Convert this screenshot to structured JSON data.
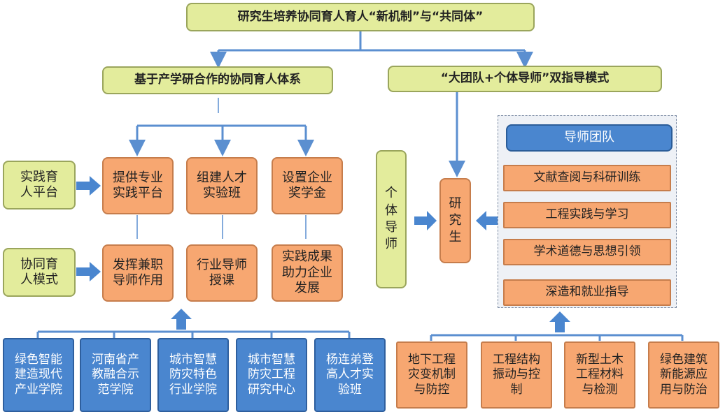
{
  "title": "研究生培养协同育人育人“新机制”与“共同体”",
  "left_branch": {
    "title": "基于产学研合作的协同育人体系",
    "platforms": [
      "实践育\n人平台",
      "协同育\n人模式"
    ],
    "measures_row1": [
      "提供专业\n实践平台",
      "组建人才\n实验班",
      "设置企业\n奖学金"
    ],
    "measures_row2": [
      "发挥兼职\n导师作用",
      "行业导师\n授课",
      "实践成果\n助力企业\n发展"
    ],
    "institutions": [
      "绿色智能\n建造现代\n产业学院",
      "河南省产\n教融合示\n范学院",
      "城市智慧\n防灾特色\n行业学院",
      "城市智慧\n防灾工程\n研究中心",
      "杨连弟登\n高人才实\n验班"
    ]
  },
  "right_branch": {
    "title": "“大团队+个体导师”双指导模式",
    "individual_mentor": "个\n体\n导\n师",
    "student": "研\n究\n生",
    "team_header": "导师团队",
    "team_items": [
      "文献查阅与科研训练",
      "工程实践与学习",
      "学术道德与思想引领",
      "深造和就业指导"
    ],
    "research_areas": [
      "地下工程\n灾变机制\n与防控",
      "工程结构\n振动与控\n制",
      "新型土木\n工程材料\n与检测",
      "绿色建筑\n新能源应\n用与防治"
    ]
  },
  "colors": {
    "green_fill": "#e3ec9c",
    "orange_fill": "#f7a771",
    "blue_fill": "#4a86cf",
    "connector": "#5b8fd0"
  }
}
